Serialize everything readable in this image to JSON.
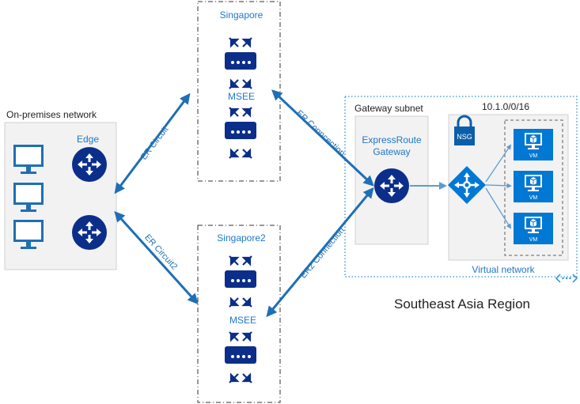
{
  "onprem": {
    "title": "On-premises network",
    "edge_label": "Edge"
  },
  "sites": {
    "site1": {
      "name": "Singapore",
      "msee": "MSEE"
    },
    "site2": {
      "name": "Singapore2",
      "msee": "MSEE"
    }
  },
  "links": {
    "er_circuit": "ER Circuit",
    "er_circuit2": "ER Circuit2",
    "er_connection": "ER Conncection",
    "er2_connection": "ER2 Connection"
  },
  "gateway": {
    "subnet_label": "Gateway subnet",
    "name_line1": "ExpressRoute",
    "name_line2": "Gateway"
  },
  "vnet": {
    "address": "10.1.0/0/16",
    "nsg": "NSG",
    "label": "Virtual network",
    "vm_labels": [
      "VM",
      "VM",
      "VM"
    ]
  },
  "region": {
    "label": "Southeast Asia Region"
  },
  "colors": {
    "accent": "#1e6fb5",
    "router": "#0b2e8a",
    "vm": "#0078d4",
    "box_fill": "#f2f2f2",
    "blue_text": "#1f77c9",
    "gray_border": "#bfbfbf"
  }
}
